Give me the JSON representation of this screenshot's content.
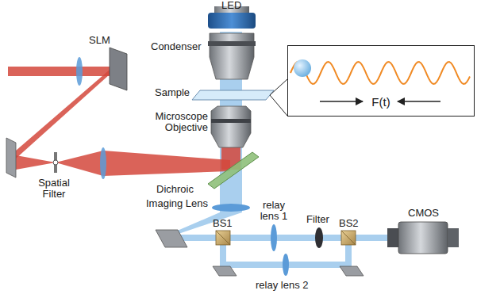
{
  "diagram": {
    "nodes": [
      {
        "text": [
          "F(t)"
        ]
      }
    ],
    "labels": [
      "LED",
      "Condenser",
      "Sample",
      "SLM",
      "Microscope Objective",
      "Spatial Filter",
      "Dichroic",
      "Imaging Lens",
      "BS1",
      "relay lens 1",
      "Filter",
      "BS2",
      "CMOS",
      "relay lens 2"
    ]
  }
}
